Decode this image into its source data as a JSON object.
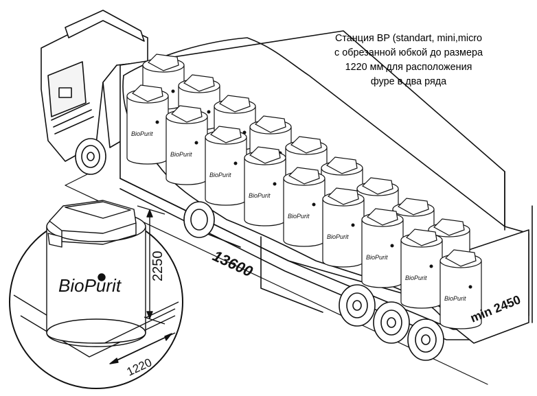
{
  "caption": {
    "lines": [
      "Станция BP (standart, mini,micro",
      "с обрезанной юбкой до размера",
      "1220 мм для расположения",
      "фуре в два ряда"
    ]
  },
  "dimensions": {
    "trailer_length": "13600",
    "trailer_height": "min 2450",
    "tank_height": "2250",
    "tank_diameter": "1220"
  },
  "tank_brand": "BioPurit",
  "colors": {
    "line": "#111111",
    "fill": "#ffffff",
    "shade": "#d9d9d9"
  }
}
